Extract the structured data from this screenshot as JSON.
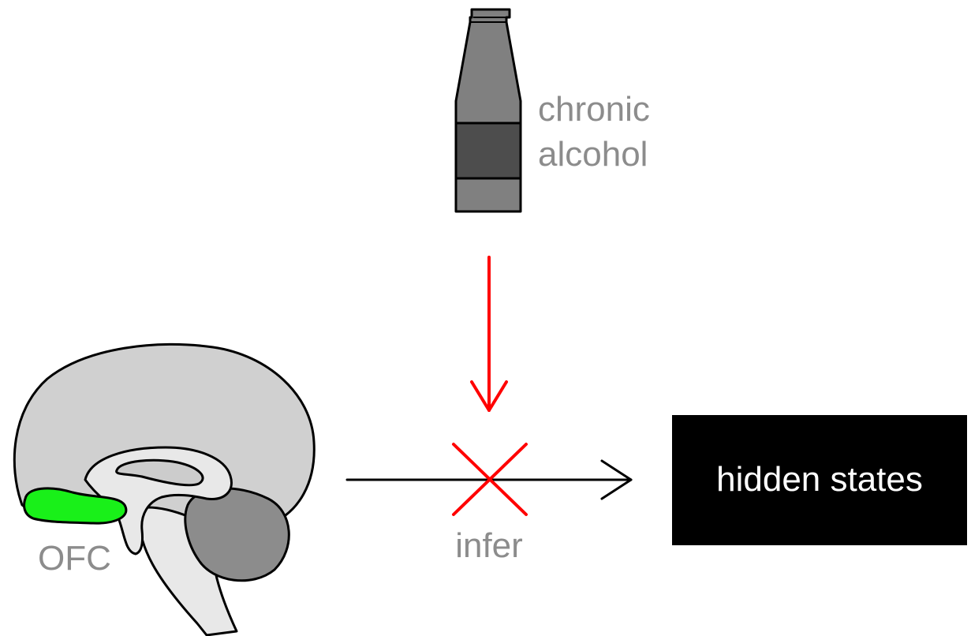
{
  "labels": {
    "alcohol_line1": "chronic",
    "alcohol_line2": "alcohol",
    "region": "OFC",
    "arrow": "infer",
    "target": "hidden states"
  },
  "colors": {
    "bottle_body": "#808080",
    "bottle_band": "#4d4d4d",
    "brain_cortex": "#d0d0d0",
    "brain_inner": "#e8e8e8",
    "brain_ventricle": "#cccccc",
    "cerebellum": "#8c8c8c",
    "ofc": "#19f019",
    "inhibit": "#ff0000",
    "box": "#000000",
    "text_gray": "#8c8c8c"
  },
  "icons": [
    "bottle-icon",
    "brain-icon",
    "cross-icon"
  ]
}
